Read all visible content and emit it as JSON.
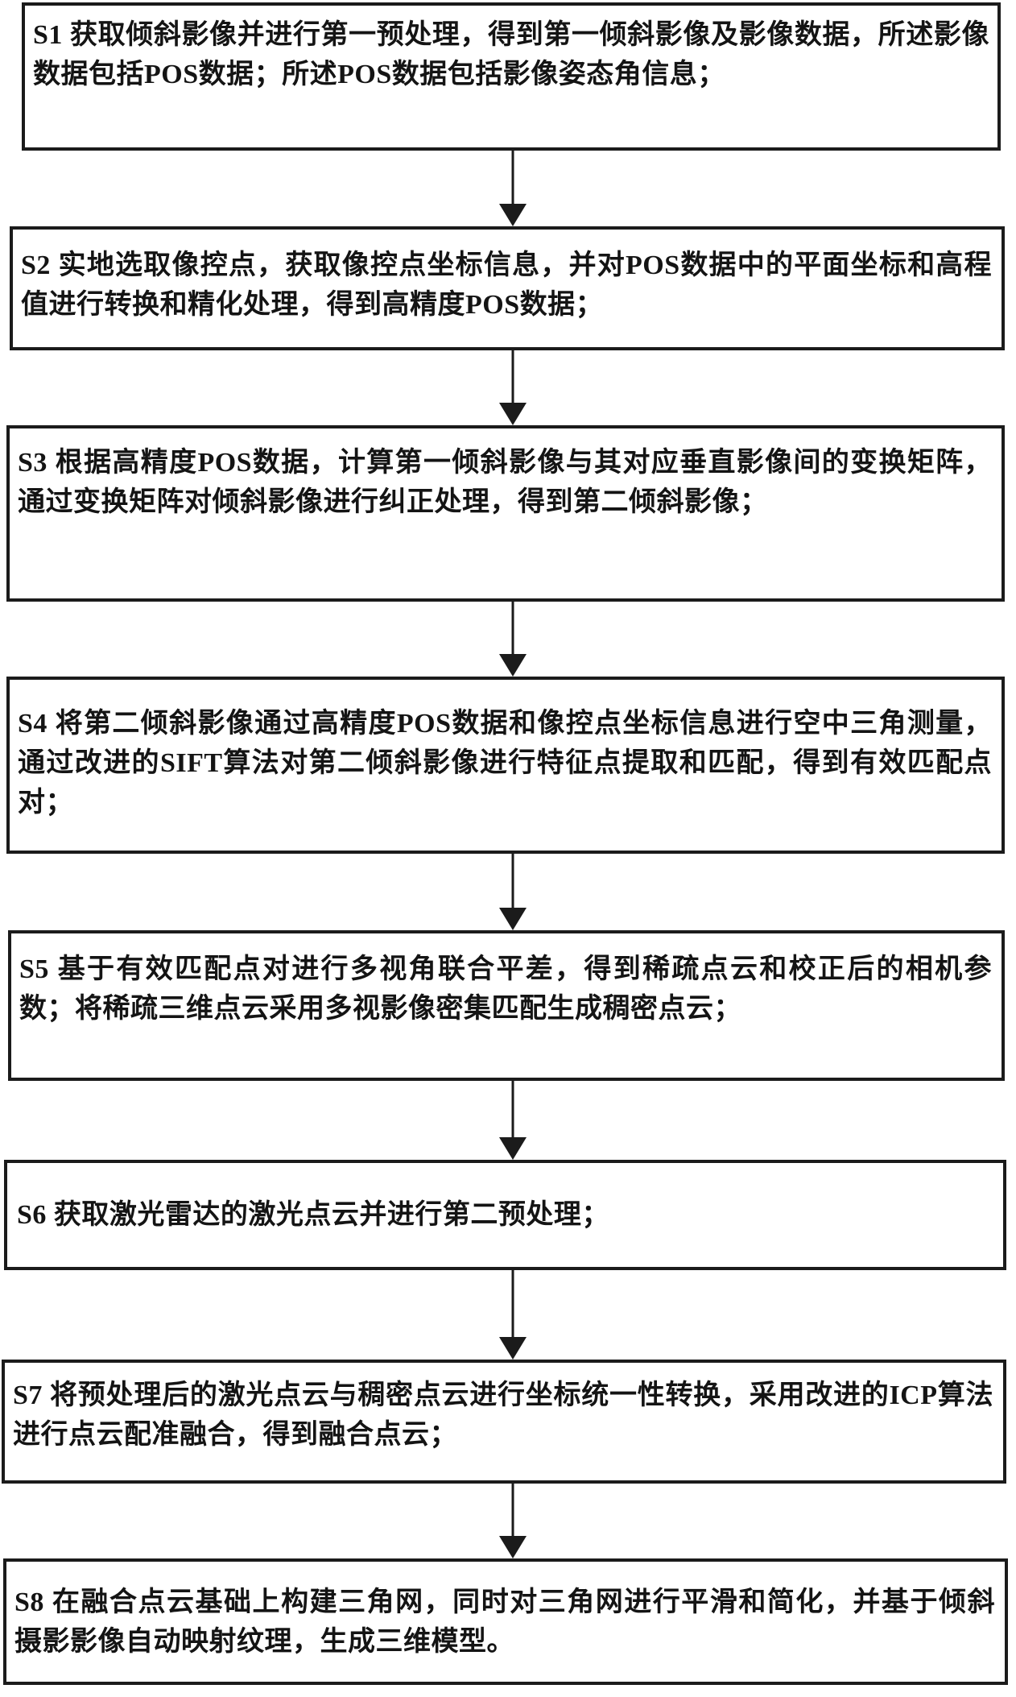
{
  "figure": {
    "type": "flowchart",
    "background_color": "#ffffff",
    "line_color": "#1b1b1b",
    "steps": [
      {
        "id": "S1",
        "text": "S1 获取倾斜影像并进行第一预处理，得到第一倾斜影像及影像数据，所述影像数据包括POS数据；所述POS数据包括影像姿态角信息；"
      },
      {
        "id": "S2",
        "text": "S2 实地选取像控点，获取像控点坐标信息，并对POS数据中的平面坐标和高程值进行转换和精化处理，得到高精度POS数据；"
      },
      {
        "id": "S3",
        "text": "S3 根据高精度POS数据，计算第一倾斜影像与其对应垂直影像间的变换矩阵，通过变换矩阵对倾斜影像进行纠正处理，得到第二倾斜影像；"
      },
      {
        "id": "S4",
        "text": "S4 将第二倾斜影像通过高精度POS数据和像控点坐标信息进行空中三角测量，通过改进的SIFT算法对第二倾斜影像进行特征点提取和匹配，得到有效匹配点对；"
      },
      {
        "id": "S5",
        "text": "S5 基于有效匹配点对进行多视角联合平差，得到稀疏点云和校正后的相机参数；将稀疏三维点云采用多视影像密集匹配生成稠密点云；"
      },
      {
        "id": "S6",
        "text": "S6 获取激光雷达的激光点云并进行第二预处理；"
      },
      {
        "id": "S7",
        "text": "S7 将预处理后的激光点云与稠密点云进行坐标统一性转换，采用改进的ICP算法进行点云配准融合，得到融合点云；"
      },
      {
        "id": "S8",
        "text": "S8 在融合点云基础上构建三角网，同时对三角网进行平滑和简化，并基于倾斜摄影影像自动映射纹理，生成三维模型。"
      }
    ]
  }
}
